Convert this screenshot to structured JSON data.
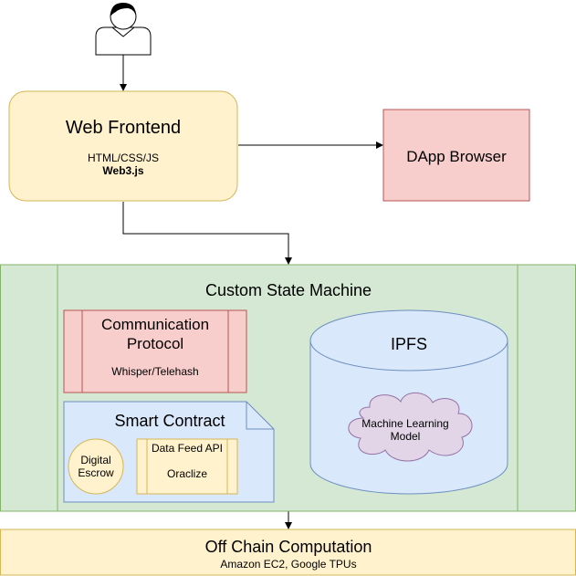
{
  "user": {
    "icon": "user-icon"
  },
  "web_frontend": {
    "title": "Web Frontend",
    "tech_line1": "HTML/CSS/JS",
    "tech_line2": "Web3.js",
    "fill": "#fff2cc",
    "stroke": "#d6b656"
  },
  "dapp_browser": {
    "title": "DApp Browser",
    "fill": "#f8cecc",
    "stroke": "#b85450"
  },
  "custom_state_machine": {
    "title": "Custom State Machine",
    "fill": "#d5e8d4",
    "stroke": "#82b366"
  },
  "communication_protocol": {
    "title_line1": "Communication",
    "title_line2": "Protocol",
    "subtitle": "Whisper/Telehash",
    "fill": "#f8cecc",
    "stroke": "#b85450"
  },
  "smart_contract": {
    "title": "Smart Contract",
    "fill": "#dae8fc",
    "stroke": "#6c8ebf",
    "digital_escrow": {
      "line1": "Digital",
      "line2": "Escrow"
    },
    "data_feed": {
      "title": "Data Feed API",
      "subtitle": "Oraclize"
    }
  },
  "ipfs": {
    "title": "IPFS",
    "fill": "#dae8fc",
    "stroke": "#6c8ebf",
    "ml_model": {
      "line1": "Machine Learning",
      "line2": "Model",
      "fill": "#e1d5e7",
      "stroke": "#9673a6"
    }
  },
  "off_chain": {
    "title": "Off Chain Computation",
    "subtitle": "Amazon EC2, Google TPUs",
    "fill": "#fff2cc",
    "stroke": "#d6b656"
  }
}
